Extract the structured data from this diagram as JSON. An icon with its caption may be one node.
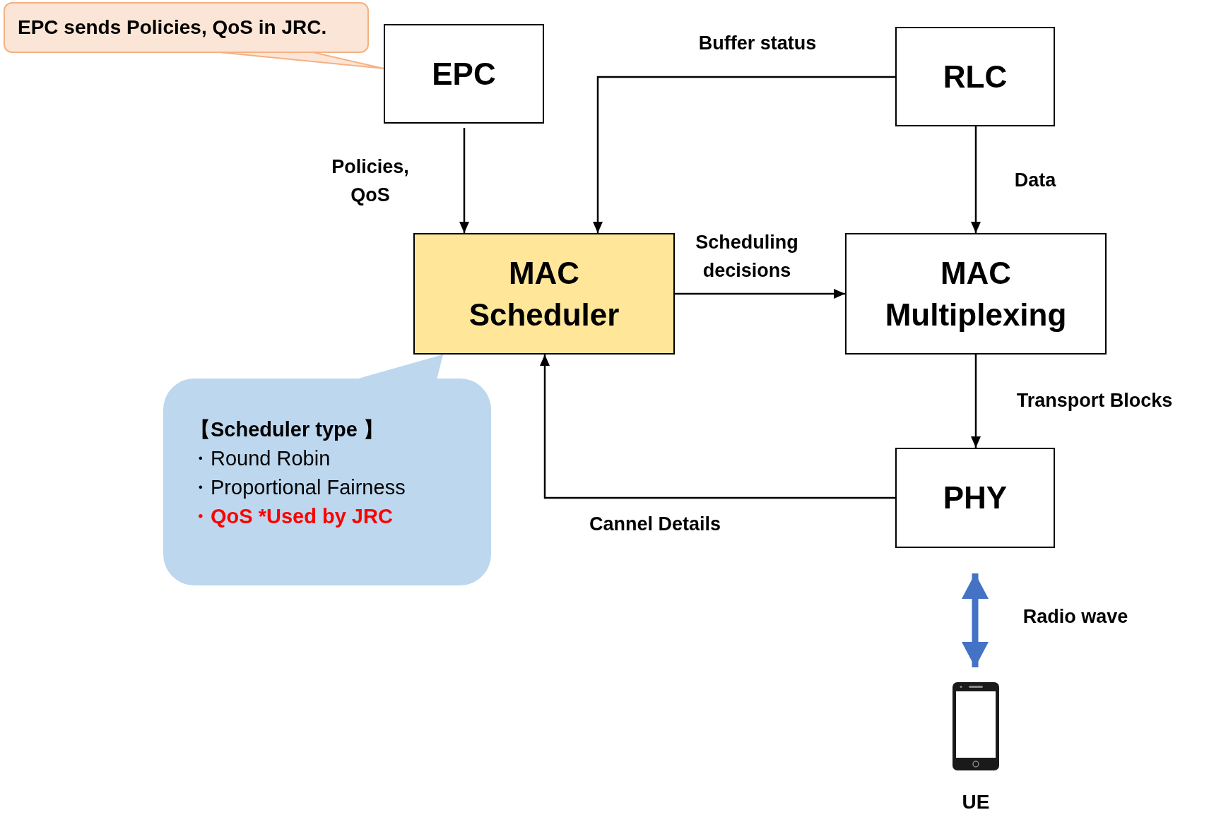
{
  "diagram": {
    "nodes": [
      {
        "text": [
          "EPC sends Policies, QoS in JRC."
        ]
      },
      {
        "text": [
          "EPC"
        ]
      },
      {
        "text": [
          "RLC"
        ]
      },
      {
        "text": [
          "MAC Scheduler"
        ]
      },
      {
        "text": [
          "MAC Multiplexing"
        ]
      },
      {
        "text": [
          "PHY"
        ]
      },
      {
        "text": [
          "【Scheduler type 】",
          "・Round Robin",
          "・Proportional Fairness",
          "・QoS *Used by JRC"
        ]
      },
      {
        "text": [
          "UE"
        ]
      }
    ],
    "edges": [
      {
        "from": 0,
        "to": 1,
        "arrow": "none"
      },
      {
        "from": 1,
        "to": 3,
        "arrow": "to",
        "label": "Policies, QoS"
      },
      {
        "from": 2,
        "to": 3,
        "arrow": "to",
        "label": "Buffer status"
      },
      {
        "from": 2,
        "to": 4,
        "arrow": "to",
        "label": "Data"
      },
      {
        "from": 3,
        "to": 4,
        "arrow": "to",
        "label": "Scheduling decisions"
      },
      {
        "from": 4,
        "to": 5,
        "arrow": "to",
        "label": "Transport Blocks"
      },
      {
        "from": 5,
        "to": 3,
        "arrow": "to",
        "label": "Cannel Details"
      },
      {
        "from": 6,
        "to": 3,
        "arrow": "none"
      },
      {
        "from": 5,
        "to": 7,
        "arrow": "both",
        "label": "Radio wave",
        "style": "thick",
        "color": "#4472c4"
      }
    ]
  }
}
